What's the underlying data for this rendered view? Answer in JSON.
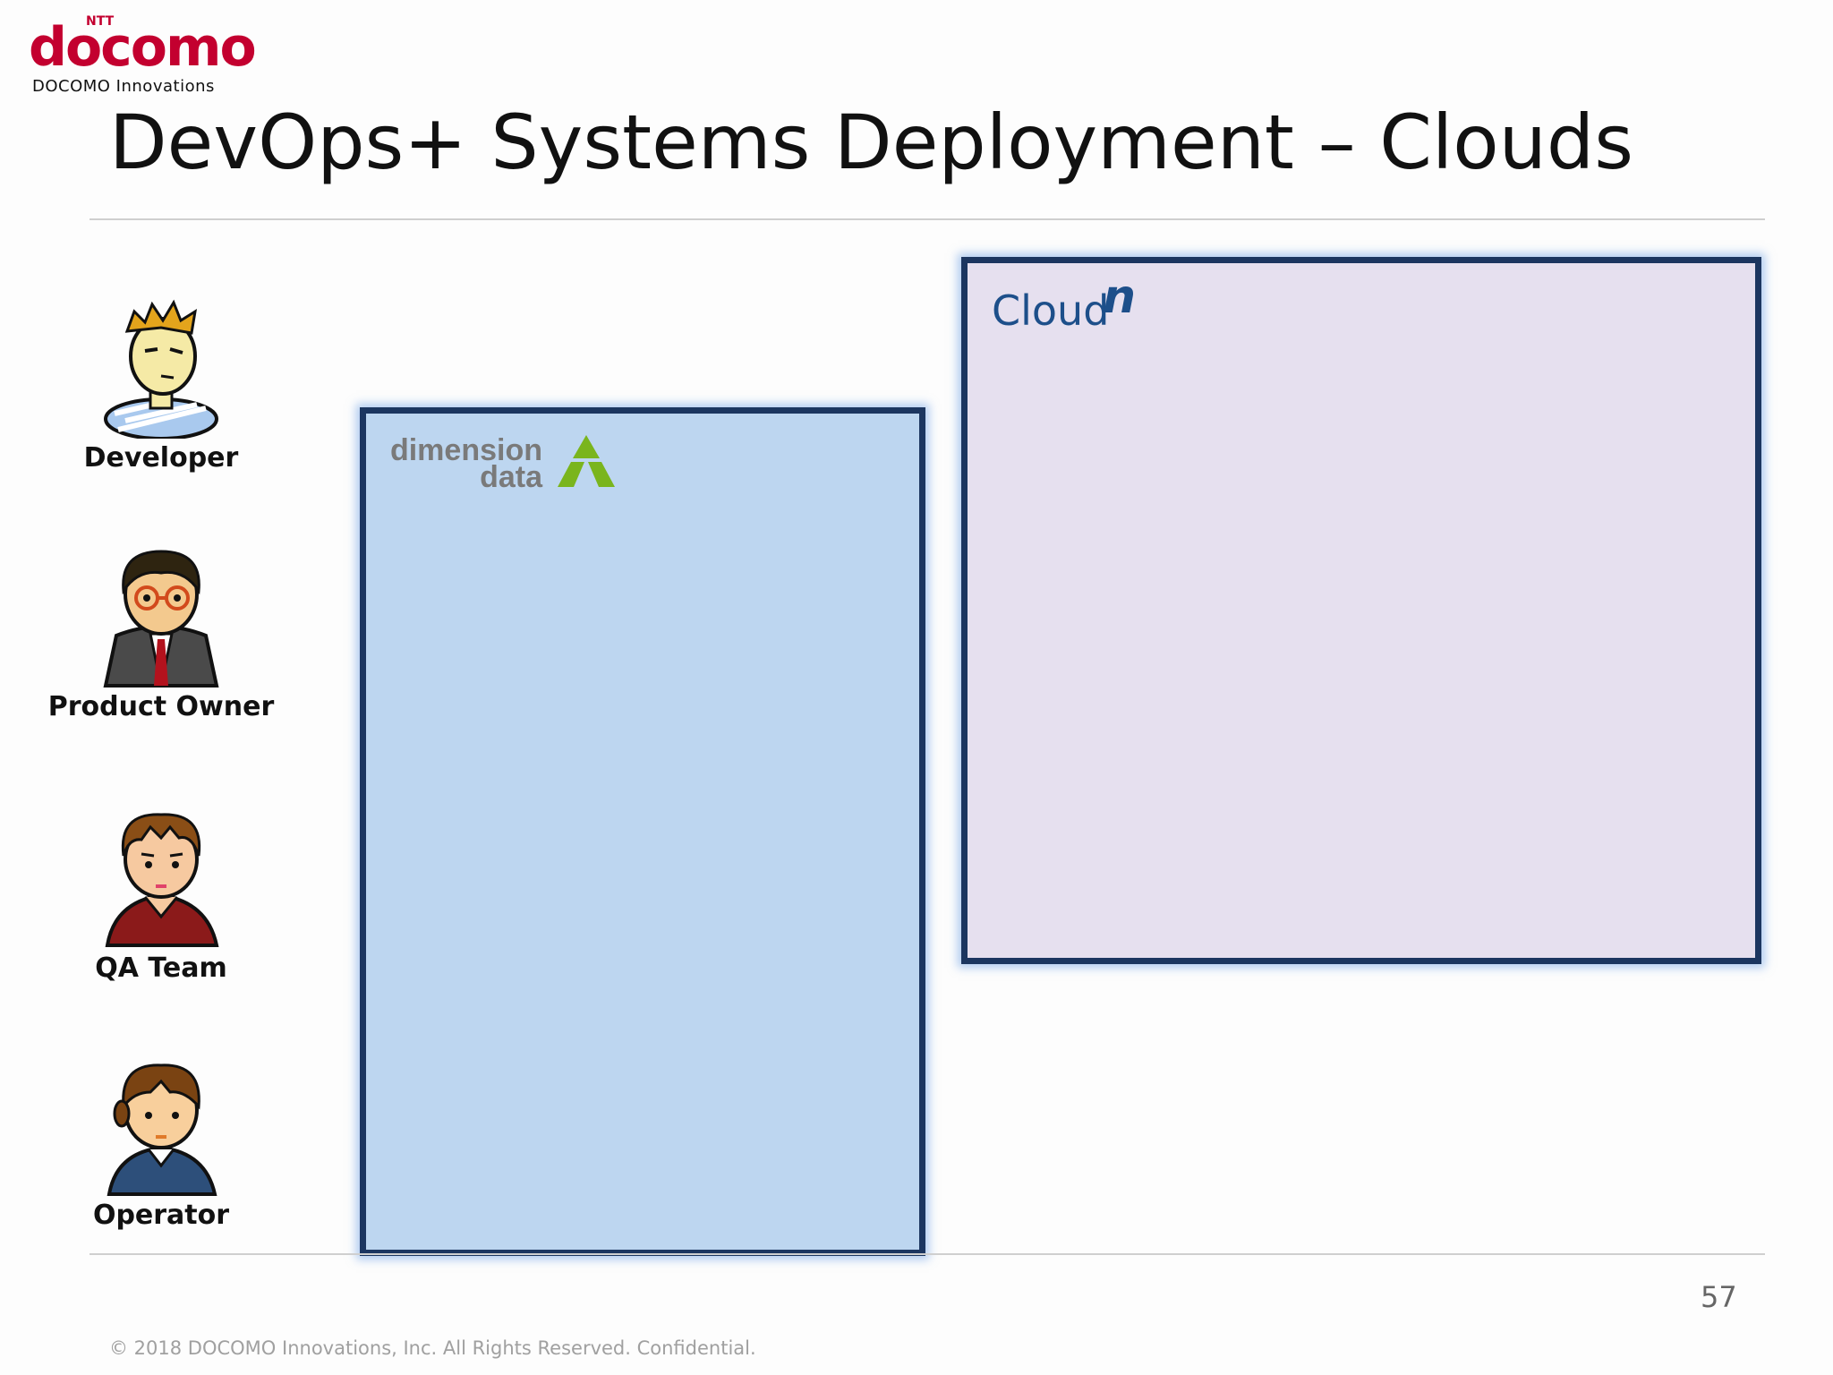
{
  "logo": {
    "ntt": "NTT",
    "brand": "docomo",
    "sub": "DOCOMO Innovations",
    "brand_color": "#c3002f"
  },
  "title": "DevOps+ Systems Deployment – Clouds",
  "personas": [
    {
      "label": "Developer",
      "icon": "developer-person-icon"
    },
    {
      "label": "Product Owner",
      "icon": "product-owner-person-icon"
    },
    {
      "label": "QA Team",
      "icon": "qa-team-person-icon"
    },
    {
      "label": "Operator",
      "icon": "operator-person-icon"
    }
  ],
  "clouds": {
    "dimension_data": {
      "line1": "dimension",
      "line2": "data",
      "fill": "#bdd6f0",
      "logo_color": "#7ab51d"
    },
    "cloudn": {
      "word": "Cloud",
      "sup": "n",
      "fill": "#e6e0ef"
    },
    "border_color": "#1c3660"
  },
  "footer": {
    "page_number": "57",
    "copyright": "© 2018 DOCOMO Innovations, Inc. All Rights Reserved. Confidential."
  }
}
